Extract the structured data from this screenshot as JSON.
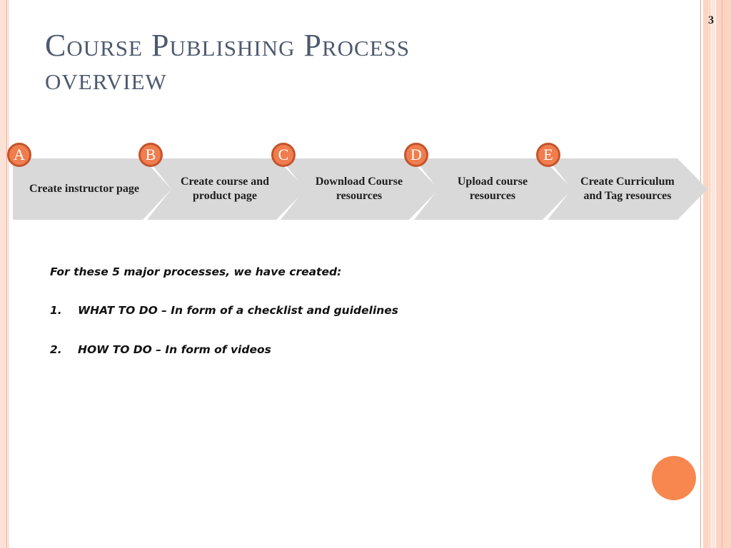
{
  "slide": {
    "number": "3",
    "title_line1": "Course Publishing Process",
    "title_line2": "overview"
  },
  "process": {
    "steps": [
      {
        "badge": "A",
        "label": "Create instructor page"
      },
      {
        "badge": "B",
        "label": "Create course and product page"
      },
      {
        "badge": "C",
        "label": "Download Course resources"
      },
      {
        "badge": "D",
        "label": "Upload course resources"
      },
      {
        "badge": "E",
        "label": "Create Curriculum and Tag resources"
      }
    ]
  },
  "body": {
    "intro": "For these 5 major processes, we have created:",
    "items": [
      {
        "num": "1.",
        "text": "WHAT TO DO – In form of a checklist and guidelines"
      },
      {
        "num": "2.",
        "text": "HOW TO DO – In form of videos"
      }
    ]
  },
  "colors": {
    "title": "#4d5a6e",
    "chevron": "#d9d9d9",
    "badge_fill": "#f07d4e",
    "badge_border": "#c4542c",
    "accent_dot": "#f8874f",
    "stripe": "#fbd5c4"
  }
}
